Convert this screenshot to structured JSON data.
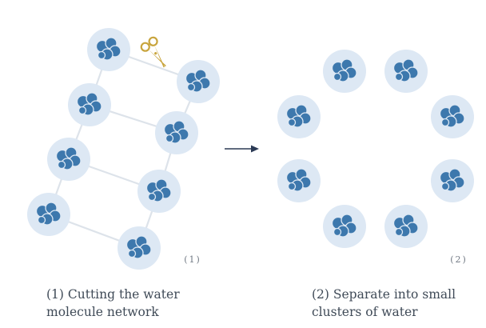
{
  "captions": {
    "left_line1": "(1) Cutting the water",
    "left_line2": "molecule network",
    "right_line1": "(2) Separate into small",
    "right_line2": "clusters of water"
  },
  "panel_labels": {
    "left": "(1)",
    "right": "(2)"
  },
  "icons": {
    "cut": "scissors-icon",
    "arrow": "arrow-right-icon"
  },
  "colors": {
    "cluster_halo": "#dde8f4",
    "molecule": "#3d78ad",
    "bond": "#dde3ea",
    "scissors": "#c8a43c",
    "arrow": "#2b3a55",
    "caption_text": "#3f4a57",
    "panel_label": "#6f7782"
  }
}
